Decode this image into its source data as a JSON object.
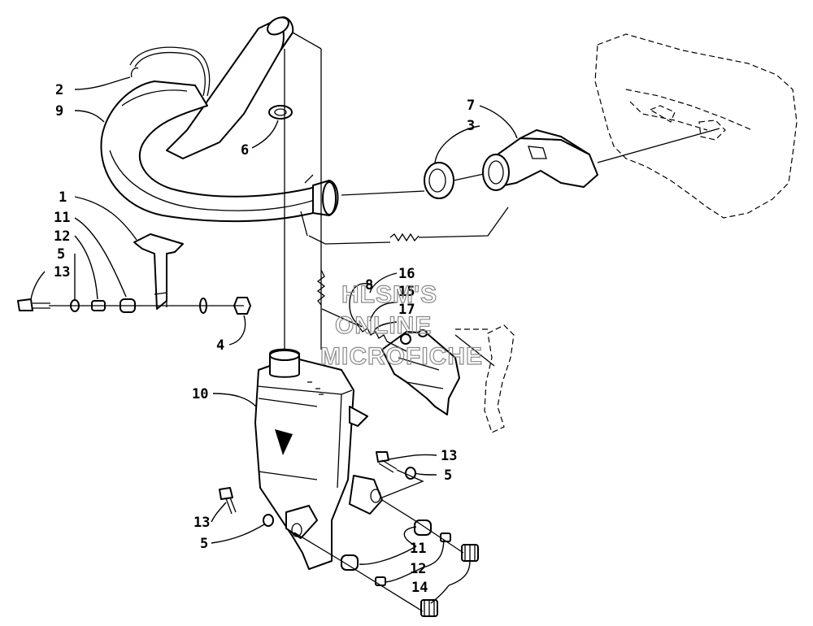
{
  "diagram": {
    "callouts": {
      "c1": "1",
      "c2": "2",
      "c3": "3",
      "c4": "4",
      "c5a": "5",
      "c5b": "5",
      "c5c": "5",
      "c6": "6",
      "c7": "7",
      "c8": "8",
      "c9": "9",
      "c10": "10",
      "c11a": "11",
      "c11b": "11",
      "c12a": "12",
      "c12b": "12",
      "c13a": "13",
      "c13b": "13",
      "c13c": "13",
      "c14": "14",
      "c15": "15",
      "c16": "16",
      "c17": "17"
    },
    "watermark": {
      "line1": "HLSM'S",
      "line2": "ONLINE",
      "line3": "MICROFICHE"
    }
  }
}
